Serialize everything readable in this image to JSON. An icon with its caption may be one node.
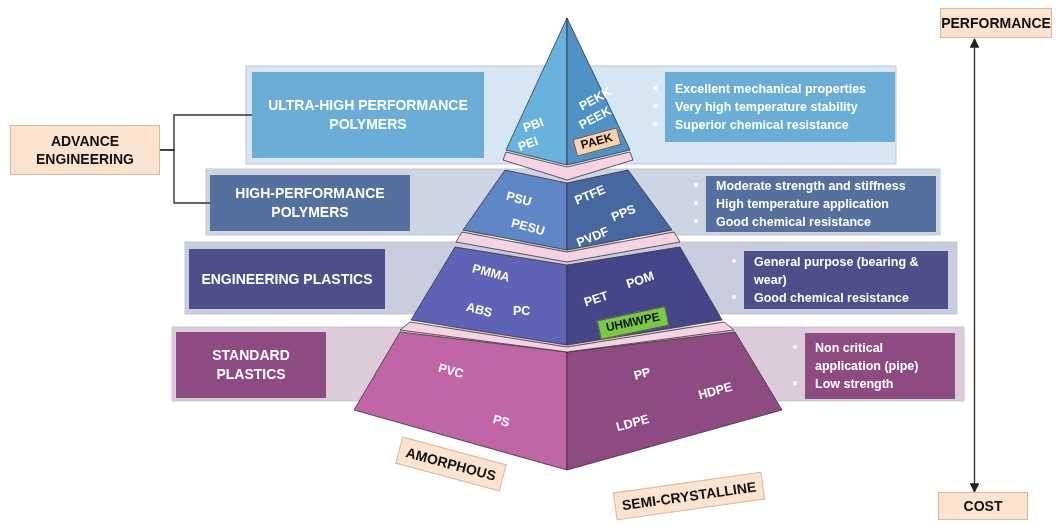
{
  "diagram": {
    "nodes": [
      {
        "text": [
          "ADVANCE ENGINEERING"
        ]
      },
      {
        "text": [
          "ULTRA-HIGH PERFORMANCE POLYMERS"
        ]
      },
      {
        "text": [
          "HIGH-PERFORMANCE POLYMERS"
        ]
      },
      {
        "text": [
          "ENGINEERING PLASTICS"
        ]
      },
      {
        "text": [
          "STANDARD PLASTICS"
        ]
      },
      {
        "text": [
          "Excellent mechanical properties",
          "Very high temperature stability",
          "Superior chemical resistance"
        ]
      },
      {
        "text": [
          "Moderate strength and stiffness",
          "High temperature application",
          "Good chemical resistance"
        ]
      },
      {
        "text": [
          "General purpose (bearing & wear)",
          "Good chemical resistance"
        ]
      },
      {
        "text": [
          "Non critical application (pipe)",
          "Low strength"
        ]
      },
      {
        "text": [
          "PBI",
          "PEI"
        ]
      },
      {
        "text": [
          "PEKK",
          "PEEK"
        ]
      },
      {
        "text": [
          "PAEK"
        ],
        "in": 10
      },
      {
        "text": [
          "PSU",
          "PESU"
        ]
      },
      {
        "text": [
          "PTFE",
          "PPS",
          "PVDF"
        ]
      },
      {
        "text": [
          "PMMA",
          "ABS",
          "PC"
        ]
      },
      {
        "text": [
          "PET",
          "POM"
        ]
      },
      {
        "text": [
          "UHMWPE"
        ],
        "in": 15
      },
      {
        "text": [
          "PVC",
          "PS"
        ]
      },
      {
        "text": [
          "PP",
          "HDPE",
          "LDPE"
        ]
      },
      {
        "text": [
          "AMORPHOUS"
        ]
      },
      {
        "text": [
          "SEMI-CRYSTALLINE"
        ]
      },
      {
        "text": [
          "PERFORMANCE"
        ]
      },
      {
        "text": [
          "COST"
        ]
      },
      {
        "text": [],
        "shape": "band"
      },
      {
        "text": [],
        "shape": "band"
      },
      {
        "text": [],
        "shape": "band"
      }
    ],
    "edges": [
      {
        "from": 0,
        "to": 1,
        "arrow": "none"
      },
      {
        "from": 0,
        "to": 2,
        "arrow": "none"
      },
      {
        "from": 22,
        "to": 21,
        "arrow": "both"
      }
    ]
  }
}
